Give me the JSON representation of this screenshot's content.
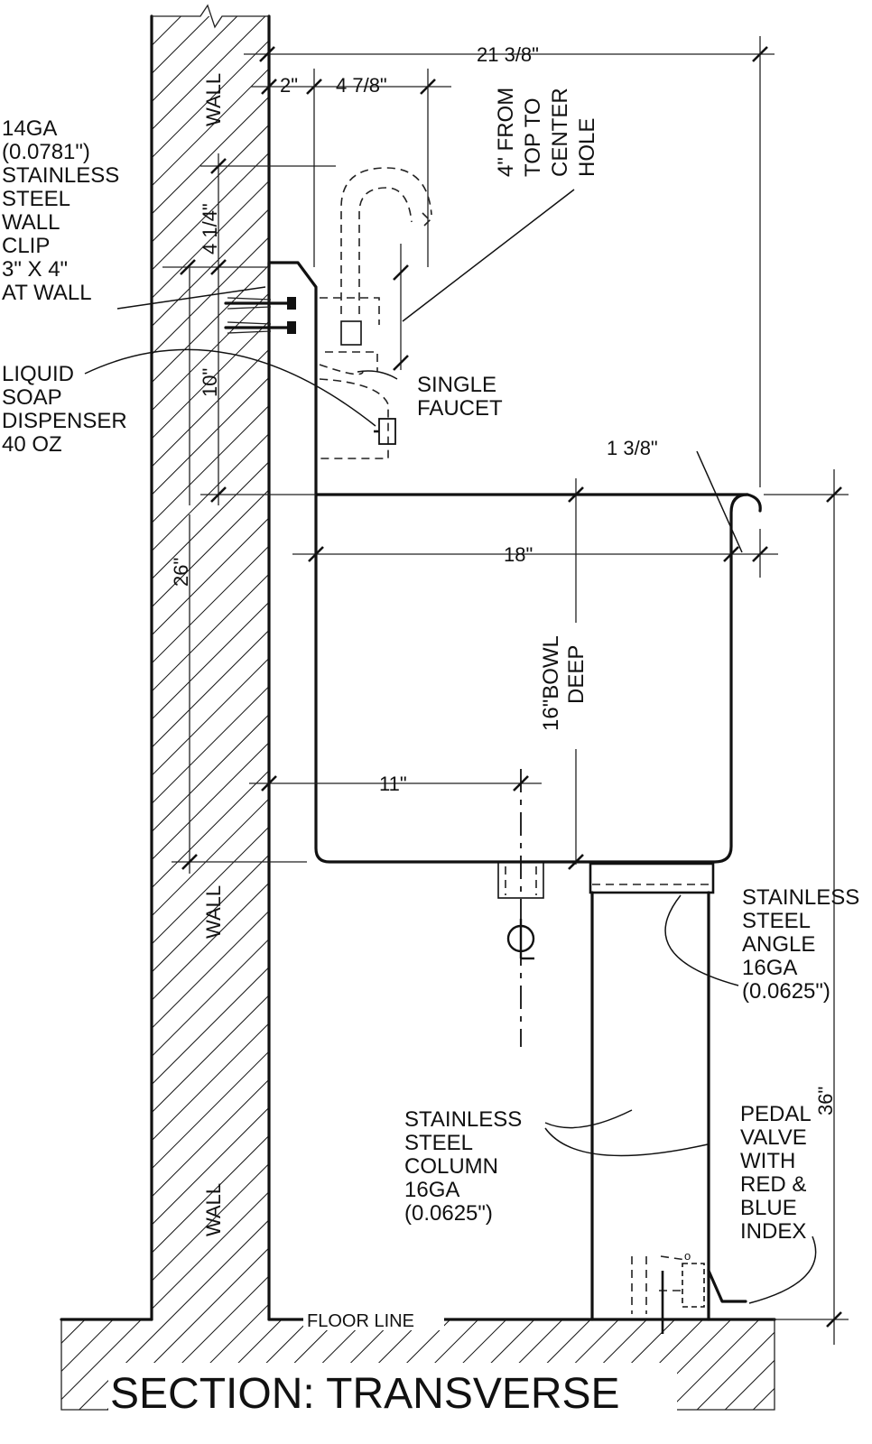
{
  "title": "SECTION: TRANSVERSE",
  "wall_labels": [
    "WALL",
    "WALL",
    "WALL"
  ],
  "floor_label": "FLOOR LINE",
  "centerline_symbol": "CL",
  "dimensions": {
    "overall_width": "21 3/8\"",
    "wall_to_faucet": "2\"",
    "faucet_spread": "4 7/8\"",
    "faucet_height": "4 1/4\"",
    "clip_to_rim": "10\"",
    "clip_to_bottom": "26\"",
    "rim_lip": "1 3/8\"",
    "bowl_width": "18\"",
    "bowl_depth": "16\"BOWL DEEP",
    "drain_offset": "11\"",
    "overall_height": "36\""
  },
  "notes": {
    "wall_clip": [
      "14GA",
      "(0.0781\")",
      "STAINLESS",
      "STEEL",
      "WALL",
      "CLIP",
      "3\" X 4\"",
      "AT WALL"
    ],
    "soap_dispenser": [
      "LIQUID",
      "SOAP",
      "DISPENSER",
      "40 OZ"
    ],
    "faucet": [
      "SINGLE",
      "FAUCET"
    ],
    "hole_location": [
      "4\" FROM",
      "TOP TO",
      "CENTER",
      "HOLE"
    ],
    "angle": [
      "STAINLESS",
      "STEEL",
      "ANGLE",
      "16GA",
      "(0.0625\")"
    ],
    "column": [
      "STAINLESS",
      "STEEL",
      "COLUMN",
      "16GA",
      "(0.0625\")"
    ],
    "pedal_valve": [
      "PEDAL",
      "VALVE",
      "WITH",
      "RED &",
      "BLUE",
      "INDEX"
    ]
  }
}
